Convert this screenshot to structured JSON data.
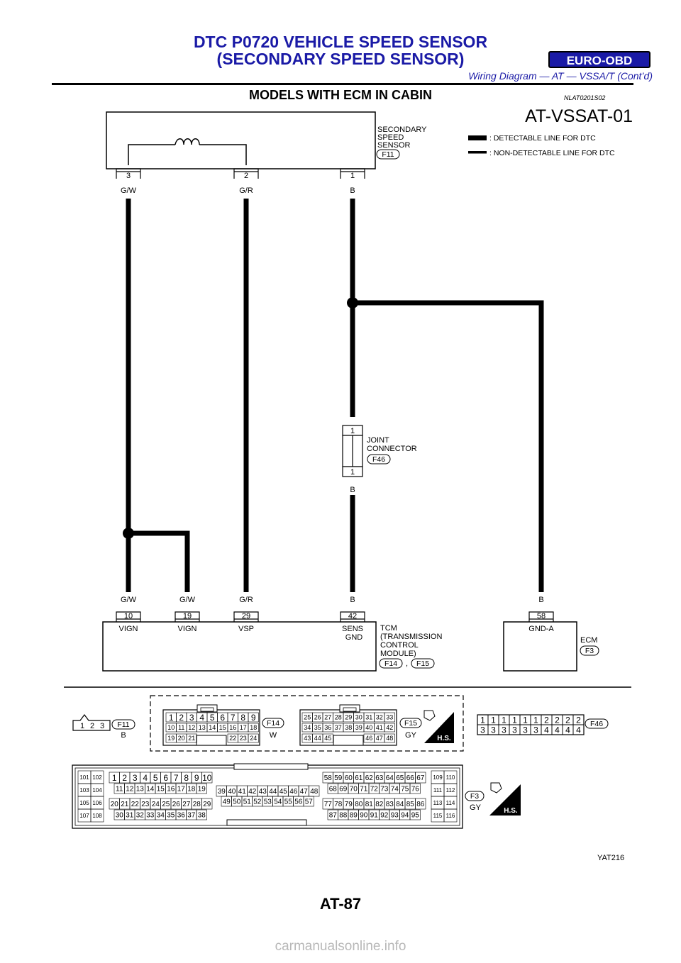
{
  "header": {
    "title_line1": "DTC P0720 VEHICLE SPEED SENSOR",
    "title_line2": "(SECONDARY SPEED SENSOR)",
    "badge": "EURO-OBD",
    "subtitle": "Wiring Diagram — AT — VSSA/T (Cont’d)"
  },
  "section": {
    "title": "MODELS WITH ECM IN CABIN",
    "code": "NLAT0201S02"
  },
  "diagram": {
    "id": "AT-VSSAT-01",
    "legend": {
      "detectable": ": DETECTABLE LINE FOR DTC",
      "non_detectable": ": NON-DETECTABLE LINE FOR DTC"
    },
    "sensor": {
      "name_lines": [
        "SECONDARY",
        "SPEED",
        "SENSOR"
      ],
      "connector": "F11",
      "pins": [
        "3",
        "2",
        "1"
      ],
      "wire_colors": [
        "G/W",
        "G/R",
        "B"
      ]
    },
    "joint": {
      "name_lines": [
        "JOINT",
        "CONNECTOR"
      ],
      "connector": "F46",
      "pin_top": "1",
      "pin_bottom": "1",
      "wire_top": "B",
      "wire_bottom": "B"
    },
    "tcm": {
      "name_lines": [
        "TCM",
        "(TRANSMISSION",
        "CONTROL",
        "MODULE)"
      ],
      "connectors": [
        "F14",
        "F15"
      ],
      "sep": ",",
      "pins": [
        "10",
        "19",
        "29",
        "42"
      ],
      "wire_colors": [
        "G/W",
        "G/W",
        "G/R",
        "B"
      ],
      "pin_labels": [
        "VIGN",
        "VIGN",
        "VSP",
        "SENS",
        "GND"
      ]
    },
    "ecm": {
      "name": "ECM",
      "connector": "F3",
      "pin": "58",
      "wire_color": "B",
      "pin_label": "GND-A"
    }
  },
  "connectors": {
    "f11": {
      "id": "F11",
      "color": "B",
      "pins": [
        "1",
        "2",
        "3"
      ]
    },
    "f14": {
      "id": "F14",
      "color": "W",
      "row1": [
        "1",
        "2",
        "3",
        "4",
        "5",
        "6",
        "7",
        "8",
        "9"
      ],
      "row2": [
        "10",
        "11",
        "12",
        "13",
        "14",
        "15",
        "16",
        "17",
        "18"
      ],
      "row3a": [
        "19",
        "20",
        "21"
      ],
      "row3b": [
        "22",
        "23",
        "24"
      ]
    },
    "f15": {
      "id": "F15",
      "color": "GY",
      "row1": [
        "25",
        "26",
        "27",
        "28",
        "29",
        "30",
        "31",
        "32",
        "33"
      ],
      "row2": [
        "34",
        "35",
        "36",
        "37",
        "38",
        "39",
        "40",
        "41",
        "42"
      ],
      "row3a": [
        "43",
        "44",
        "45"
      ],
      "row3b": [
        "46",
        "47",
        "48"
      ]
    },
    "hs": "H.S.",
    "f46": {
      "id": "F46",
      "top": [
        "1",
        "1",
        "1",
        "1",
        "1",
        "1",
        "2",
        "2",
        "2",
        "2"
      ],
      "bottom": [
        "3",
        "3",
        "3",
        "3",
        "3",
        "3",
        "4",
        "4",
        "4",
        "4"
      ]
    },
    "f3": {
      "id": "F3",
      "color": "GY",
      "left": [
        "101",
        "102",
        "103",
        "104",
        "105",
        "106",
        "107",
        "108"
      ],
      "a1": [
        "1",
        "2",
        "3",
        "4",
        "5",
        "6",
        "7",
        "8",
        "9",
        "10"
      ],
      "a2": [
        "11",
        "12",
        "13",
        "14",
        "15",
        "16",
        "17",
        "18",
        "19"
      ],
      "a3": [
        "20",
        "21",
        "22",
        "23",
        "24",
        "25",
        "26",
        "27",
        "28",
        "29"
      ],
      "a4": [
        "30",
        "31",
        "32",
        "33",
        "34",
        "35",
        "36",
        "37",
        "38"
      ],
      "b1": [
        "39",
        "40",
        "41",
        "42",
        "43",
        "44",
        "45",
        "46",
        "47",
        "48"
      ],
      "b2": [
        "49",
        "50",
        "51",
        "52",
        "53",
        "54",
        "55",
        "56",
        "57"
      ],
      "c1": [
        "58",
        "59",
        "60",
        "61",
        "62",
        "63",
        "64",
        "65",
        "66",
        "67"
      ],
      "c2": [
        "68",
        "69",
        "70",
        "71",
        "72",
        "73",
        "74",
        "75",
        "76"
      ],
      "c3": [
        "77",
        "78",
        "79",
        "80",
        "81",
        "82",
        "83",
        "84",
        "85",
        "86"
      ],
      "c4": [
        "87",
        "88",
        "89",
        "90",
        "91",
        "92",
        "93",
        "94",
        "95"
      ],
      "right": [
        "109",
        "110",
        "111",
        "112",
        "113",
        "114",
        "115",
        "116"
      ]
    }
  },
  "footer": {
    "code": "YAT216",
    "page": "AT-87",
    "watermark": "carmanualsonline.info"
  }
}
